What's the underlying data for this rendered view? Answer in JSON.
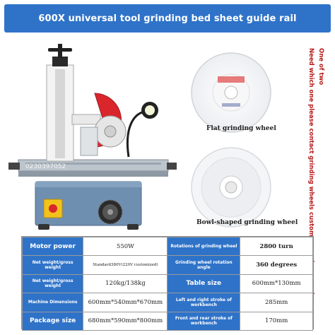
{
  "banner": {
    "title": "600X universal tool grinding bed sheet guide rail"
  },
  "machine": {
    "watermark": "0230397052"
  },
  "wheels": {
    "flat_label": "Flat grinding wheel",
    "bowl_label": "Bowl-shaped grinding wheel"
  },
  "side_note": {
    "line1": "One of two",
    "line2": "Need which one please contact grinding wheels customer service remarks"
  },
  "specs": {
    "rows": [
      {
        "left_label": "Motor power",
        "left_value": "550W",
        "right_label": "Rotations of grinding wheel",
        "right_value": "2800 turn"
      },
      {
        "left_label": "Net weight/gross weight",
        "left_value": "Standard380V(220V customized)",
        "right_label": "Grinding wheel rotation angle",
        "right_value": "360 degrees"
      },
      {
        "left_label": "Net weight/gross weight",
        "left_value": "120kg/138kg",
        "right_label": "Table size",
        "right_value": "600mm*130mm"
      },
      {
        "left_label": "Machine Dimensions",
        "left_value": "600mm*540mm*670mm",
        "right_label": "Left and right stroke of workbench",
        "right_value": "285mm"
      },
      {
        "left_label": "Package size",
        "left_value": "680mm*590mm*800mm",
        "right_label": "Front and rear stroke of workbench",
        "right_value": "170mm"
      }
    ]
  },
  "colors": {
    "brand_blue": "#2f73c9",
    "note_red": "#b71c1c",
    "guard_red": "#d9262c"
  },
  "icons": [
    "work-lamp-icon",
    "emergency-stop-icon",
    "handwheel-icon"
  ]
}
